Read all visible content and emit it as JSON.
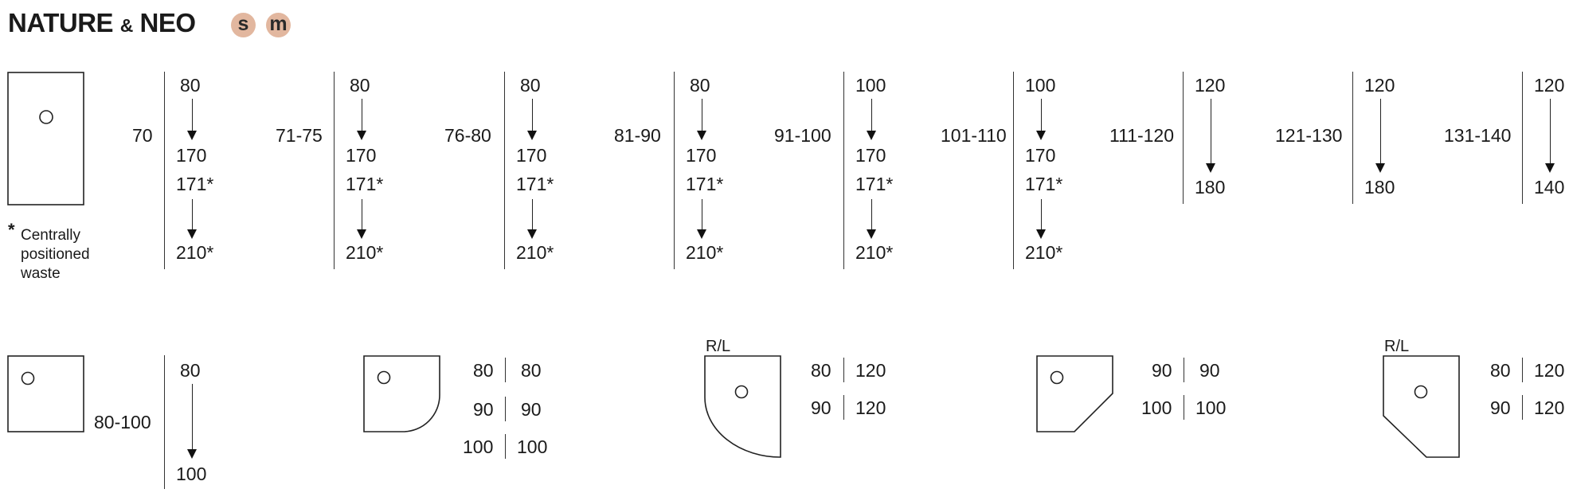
{
  "title": {
    "main": "NATURE",
    "amp": "&",
    "second": "NEO"
  },
  "badges": [
    "s",
    "m"
  ],
  "footnote": {
    "star": "*",
    "text": "Centrally positioned waste"
  },
  "rectangular_tray": {
    "columns": [
      {
        "width": "70",
        "top": "80",
        "mid1": "170",
        "mid2": "171*",
        "bottom": "210*"
      },
      {
        "width": "71-75",
        "top": "80",
        "mid1": "170",
        "mid2": "171*",
        "bottom": "210*"
      },
      {
        "width": "76-80",
        "top": "80",
        "mid1": "170",
        "mid2": "171*",
        "bottom": "210*"
      },
      {
        "width": "81-90",
        "top": "80",
        "mid1": "170",
        "mid2": "171*",
        "bottom": "210*"
      },
      {
        "width": "91-100",
        "top": "100",
        "mid1": "170",
        "mid2": "171*",
        "bottom": "210*"
      },
      {
        "width": "101-110",
        "top": "100",
        "mid1": "170",
        "mid2": "171*",
        "bottom": "210*"
      },
      {
        "width": "111-120",
        "top": "120",
        "bottom": "180"
      },
      {
        "width": "121-130",
        "top": "120",
        "bottom": "180"
      },
      {
        "width": "131-140",
        "top": "120",
        "bottom": "140"
      }
    ]
  },
  "square_tray": {
    "width": "80-100",
    "top": "80",
    "bottom": "100"
  },
  "quadrant_tray": {
    "rows": [
      [
        "80",
        "80"
      ],
      [
        "90",
        "90"
      ],
      [
        "100",
        "100"
      ]
    ]
  },
  "offset_quadrant_tray": {
    "tag": "R/L",
    "rows": [
      [
        "80",
        "120"
      ],
      [
        "90",
        "120"
      ]
    ]
  },
  "pentagon_tray": {
    "rows": [
      [
        "90",
        "90"
      ],
      [
        "100",
        "100"
      ]
    ]
  },
  "offset_pentagon_tray": {
    "tag": "R/L",
    "rows": [
      [
        "80",
        "120"
      ],
      [
        "90",
        "120"
      ]
    ]
  }
}
